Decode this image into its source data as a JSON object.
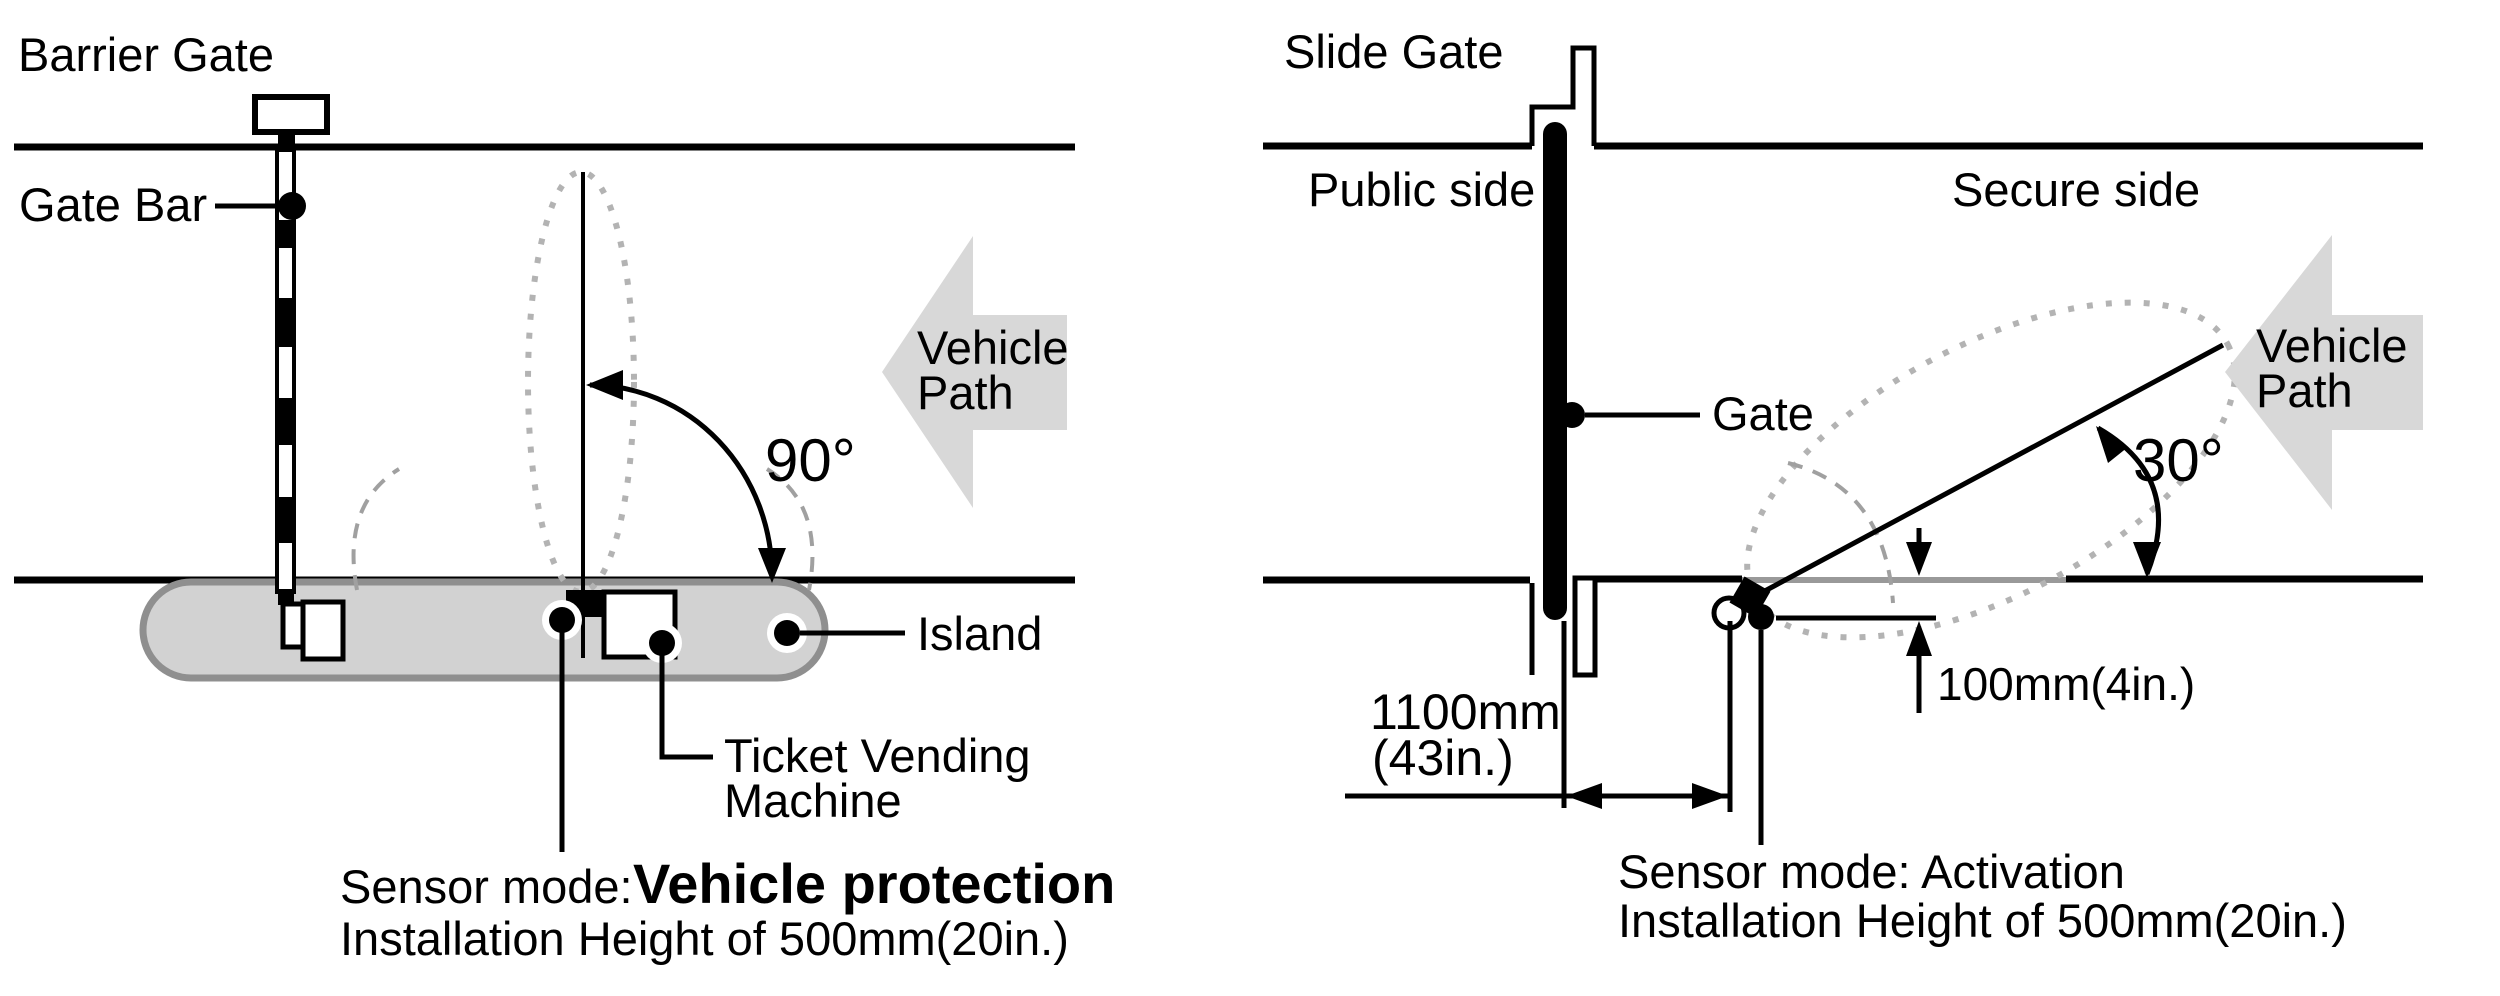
{
  "left_diagram": {
    "title": "Barrier Gate",
    "gate_bar_label": "Gate Bar",
    "vehicle_path": {
      "line1": "Vehicle",
      "line2": "Path"
    },
    "angle_label": "90°",
    "island_label": "Island",
    "tvm_label": {
      "line1": "Ticket Vending",
      "line2": "Machine"
    },
    "sensor_mode_prefix": "Sensor mode:",
    "sensor_mode_value": "Vehicle protection",
    "install_height": "Installation Height of 500mm(20in.)"
  },
  "right_diagram": {
    "title": "Slide Gate",
    "public_side_label": "Public side",
    "secure_side_label": "Secure side",
    "gate_label": "Gate",
    "vehicle_path": {
      "line1": "Vehicle",
      "line2": "Path"
    },
    "angle_label": "30°",
    "gate_distance_dim": {
      "line1": "1100mm",
      "line2": "(43in.)"
    },
    "offset_dim": "100mm(4in.)",
    "sensor_mode": "Sensor mode: Activation",
    "install_height": "Installation Height of 500mm(20in.)"
  },
  "colors": {
    "ink": "#000000",
    "arrow_fill": "#d8d8d8",
    "island_fill": "#d2d2d2",
    "island_border": "#8f8f8f",
    "dotted_pattern": "#b3b3b3",
    "dashed_pattern": "#a0a0a0",
    "gray_line": "#999999"
  }
}
